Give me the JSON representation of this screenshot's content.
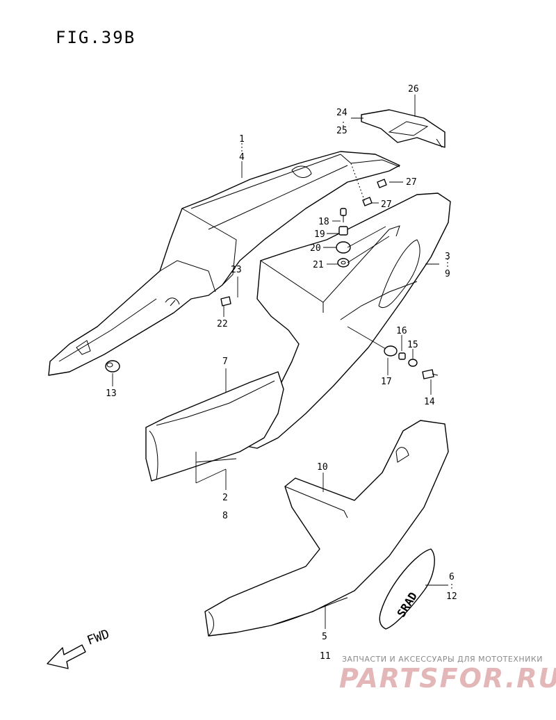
{
  "figure": {
    "title": "FIG.39B"
  },
  "callouts": [
    {
      "id": "c1",
      "text": "1"
    },
    {
      "id": "c4",
      "text": "4"
    },
    {
      "id": "c24",
      "text": "24"
    },
    {
      "id": "c25",
      "text": "25"
    },
    {
      "id": "c26",
      "text": "26"
    },
    {
      "id": "c27a",
      "text": "27"
    },
    {
      "id": "c27b",
      "text": "27"
    },
    {
      "id": "c18",
      "text": "18"
    },
    {
      "id": "c19",
      "text": "19"
    },
    {
      "id": "c20",
      "text": "20"
    },
    {
      "id": "c21",
      "text": "21"
    },
    {
      "id": "c3",
      "text": "3"
    },
    {
      "id": "c9",
      "text": "9"
    },
    {
      "id": "c23",
      "text": "23"
    },
    {
      "id": "c22",
      "text": "22"
    },
    {
      "id": "c13",
      "text": "13"
    },
    {
      "id": "c16",
      "text": "16"
    },
    {
      "id": "c15",
      "text": "15"
    },
    {
      "id": "c17",
      "text": "17"
    },
    {
      "id": "c14",
      "text": "14"
    },
    {
      "id": "c7",
      "text": "7"
    },
    {
      "id": "c2",
      "text": "2"
    },
    {
      "id": "c8",
      "text": "8"
    },
    {
      "id": "c10",
      "text": "10"
    },
    {
      "id": "c6",
      "text": "6"
    },
    {
      "id": "c12",
      "text": "12"
    },
    {
      "id": "c5",
      "text": "5"
    },
    {
      "id": "c11",
      "text": "11"
    }
  ],
  "direction": {
    "label": "FWD"
  },
  "emblem_text": "SRAD",
  "watermark": {
    "caption": "ЗАПЧАСТИ И АКСЕССУАРЫ ДЛЯ МОТОТЕХНИКИ",
    "brand": "PARTSFOR.RU"
  }
}
